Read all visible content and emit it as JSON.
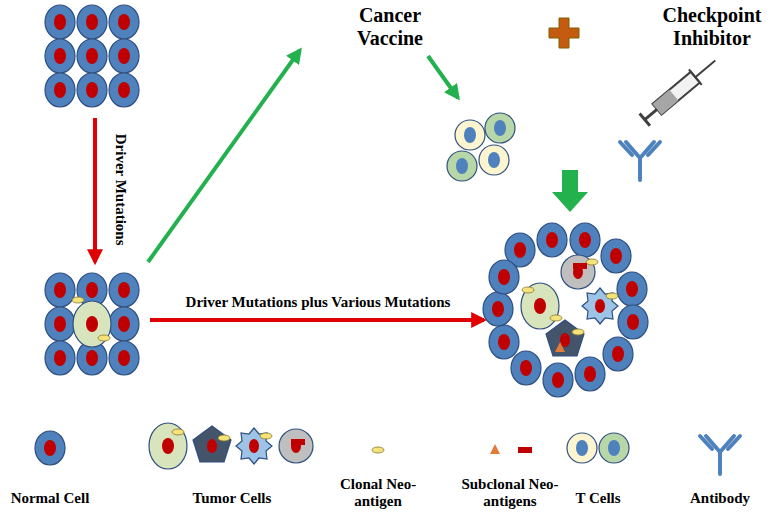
{
  "diagram": {
    "labels": [
      "Cancer Vaccine",
      "Checkpoint Inhibitor",
      "Driver Mutations",
      "Driver Mutations plus Various Mutations"
    ],
    "legend": [
      {
        "text": "Normal Cell"
      },
      {
        "text": "Tumor Cells"
      },
      {
        "text": "Clonal Neo-antigen"
      },
      {
        "text": "Subclonal Neo-antigens"
      },
      {
        "text": "T Cells"
      },
      {
        "text": "Antibody"
      }
    ]
  }
}
